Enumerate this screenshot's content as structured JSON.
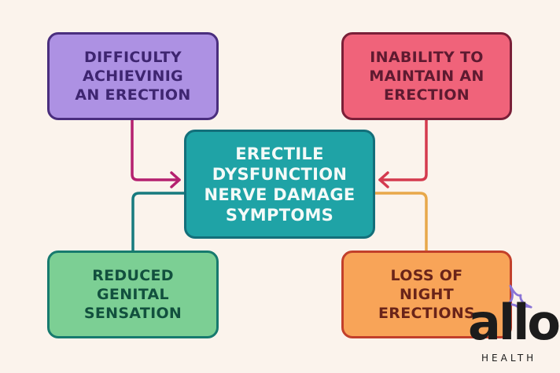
{
  "diagram": {
    "center": {
      "lines": [
        "ERECTILE",
        "DYSFUNCTION",
        "NERVE DAMAGE",
        "SYMPTOMS"
      ]
    },
    "nodes": {
      "top_left": {
        "lines": [
          "DIFFICULTY",
          "ACHIEVINIG",
          "AN ERECTION"
        ]
      },
      "top_right": {
        "lines": [
          "INABILITY TO",
          "MAINTAIN AN",
          "ERECTION"
        ]
      },
      "bottom_left": {
        "lines": [
          "REDUCED",
          "GENITAL",
          "SENSATION"
        ]
      },
      "bottom_right": {
        "lines": [
          "LOSS OF",
          "NIGHT",
          "ERECTIONS"
        ]
      }
    },
    "colors": {
      "background": "#fbf3ec",
      "top_left": "#ad91e3",
      "top_right": "#f0637a",
      "center": "#1fa3a6",
      "bottom_left": "#7ccf94",
      "bottom_right": "#f8a458",
      "arrow_top_left": "#b5206f",
      "arrow_top_right": "#d43a4e",
      "line_bottom_left": "#177a7e",
      "line_bottom_right": "#e8a84a"
    }
  },
  "branding": {
    "logo_word": "allo",
    "logo_sub": "HEALTH",
    "logo_icon": "sparkle-icon"
  }
}
